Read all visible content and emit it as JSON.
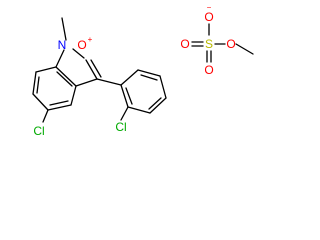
{
  "colors": {
    "background": "#ffffff",
    "bond": "#000000",
    "carbon": "#000000",
    "nitrogen": "#0000ff",
    "oxygen": "#ff0000",
    "chlorine": "#00aa00",
    "sulfur": "#b8b800"
  },
  "molecule": {
    "cation": {
      "atoms": {
        "nitrogen": "N",
        "oxygen": "O",
        "oxygen_charge": "+",
        "chlorine_ring": "Cl",
        "chlorine_phenyl": "Cl"
      }
    },
    "anion": {
      "atoms": {
        "sulfur": "S",
        "oxygen_top": "O",
        "oxygen_charge": "−",
        "oxygen_left": "O",
        "oxygen_bottom": "O",
        "oxygen_ester": "O"
      }
    }
  }
}
